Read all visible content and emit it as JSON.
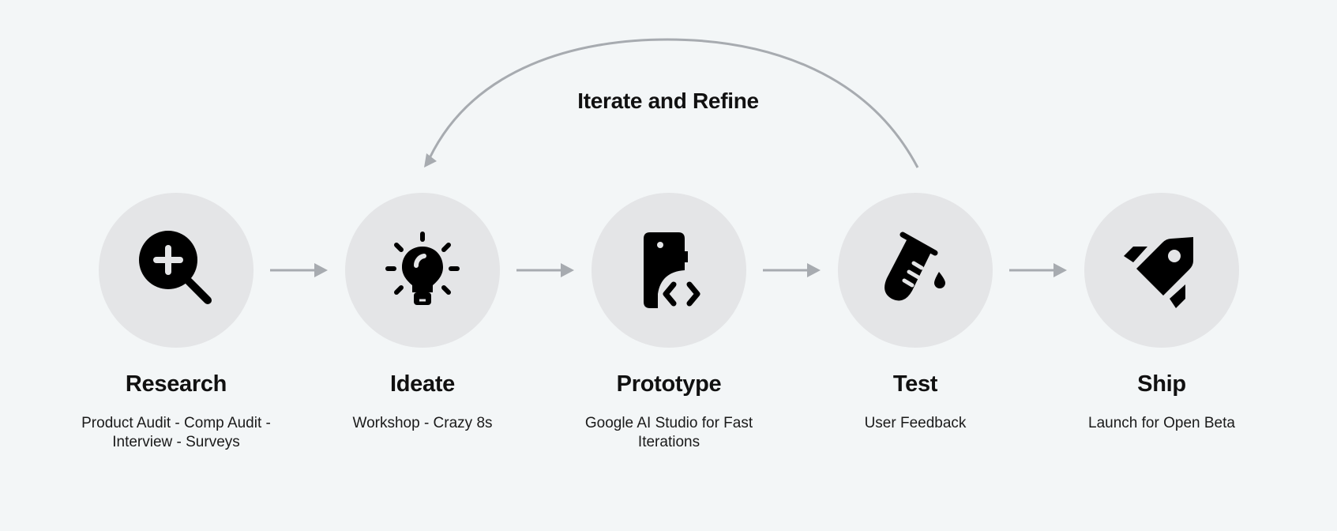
{
  "loop": {
    "label": "Iterate and Refine"
  },
  "colors": {
    "background": "#f3f6f7",
    "circle": "#e4e5e7",
    "connector": "#a7abb0",
    "icon": "#000000"
  },
  "steps": [
    {
      "title": "Research",
      "description": "Product Audit - Comp Audit - Interview - Surveys",
      "icon": "magnifier-plus-icon"
    },
    {
      "title": "Ideate",
      "description": "Workshop - Crazy 8s",
      "icon": "lightbulb-icon"
    },
    {
      "title": "Prototype",
      "description": "Google AI Studio for Fast Iterations",
      "icon": "phone-code-icon"
    },
    {
      "title": "Test",
      "description": "User Feedback",
      "icon": "test-tube-icon"
    },
    {
      "title": "Ship",
      "description": "Launch for Open Beta",
      "icon": "rocket-icon"
    }
  ]
}
